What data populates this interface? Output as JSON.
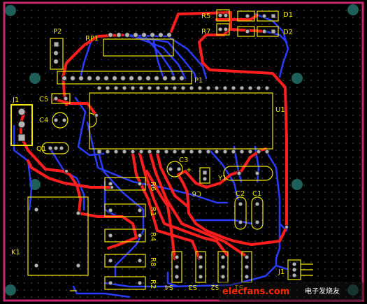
{
  "board": {
    "outline_color": "#c8286e",
    "background_color": "#000000",
    "top_trace_color": "#ff1e1e",
    "bottom_trace_color": "#2a3cff",
    "silk_color": "#f2e600",
    "pad_color": "#b4b4b4",
    "mounting_hole_color": "#1f5f5a"
  },
  "labels": {
    "p2": "P2",
    "rp1": "RP1",
    "p1": "P1",
    "r5": "R5",
    "r7": "R7",
    "d1": "D1",
    "d2": "D2",
    "j1_top": "J1",
    "c5": "C5",
    "c4": "C4",
    "q1": "Q1",
    "u1": "U1",
    "c3": "C3",
    "c6": "C6",
    "y1": "Y1",
    "c2": "C2",
    "c1": "C1",
    "r6": "R6",
    "r1": "R1",
    "r4": "R4",
    "r8": "R8",
    "r2": "R2",
    "k1": "K1",
    "s4": "S4",
    "s3": "S3",
    "s2": "S2",
    "s1": "S1",
    "j1_bottom": "J1",
    "plus": "+"
  },
  "watermark": {
    "text": "elecfans.com",
    "subtext": "电子发烧友"
  }
}
